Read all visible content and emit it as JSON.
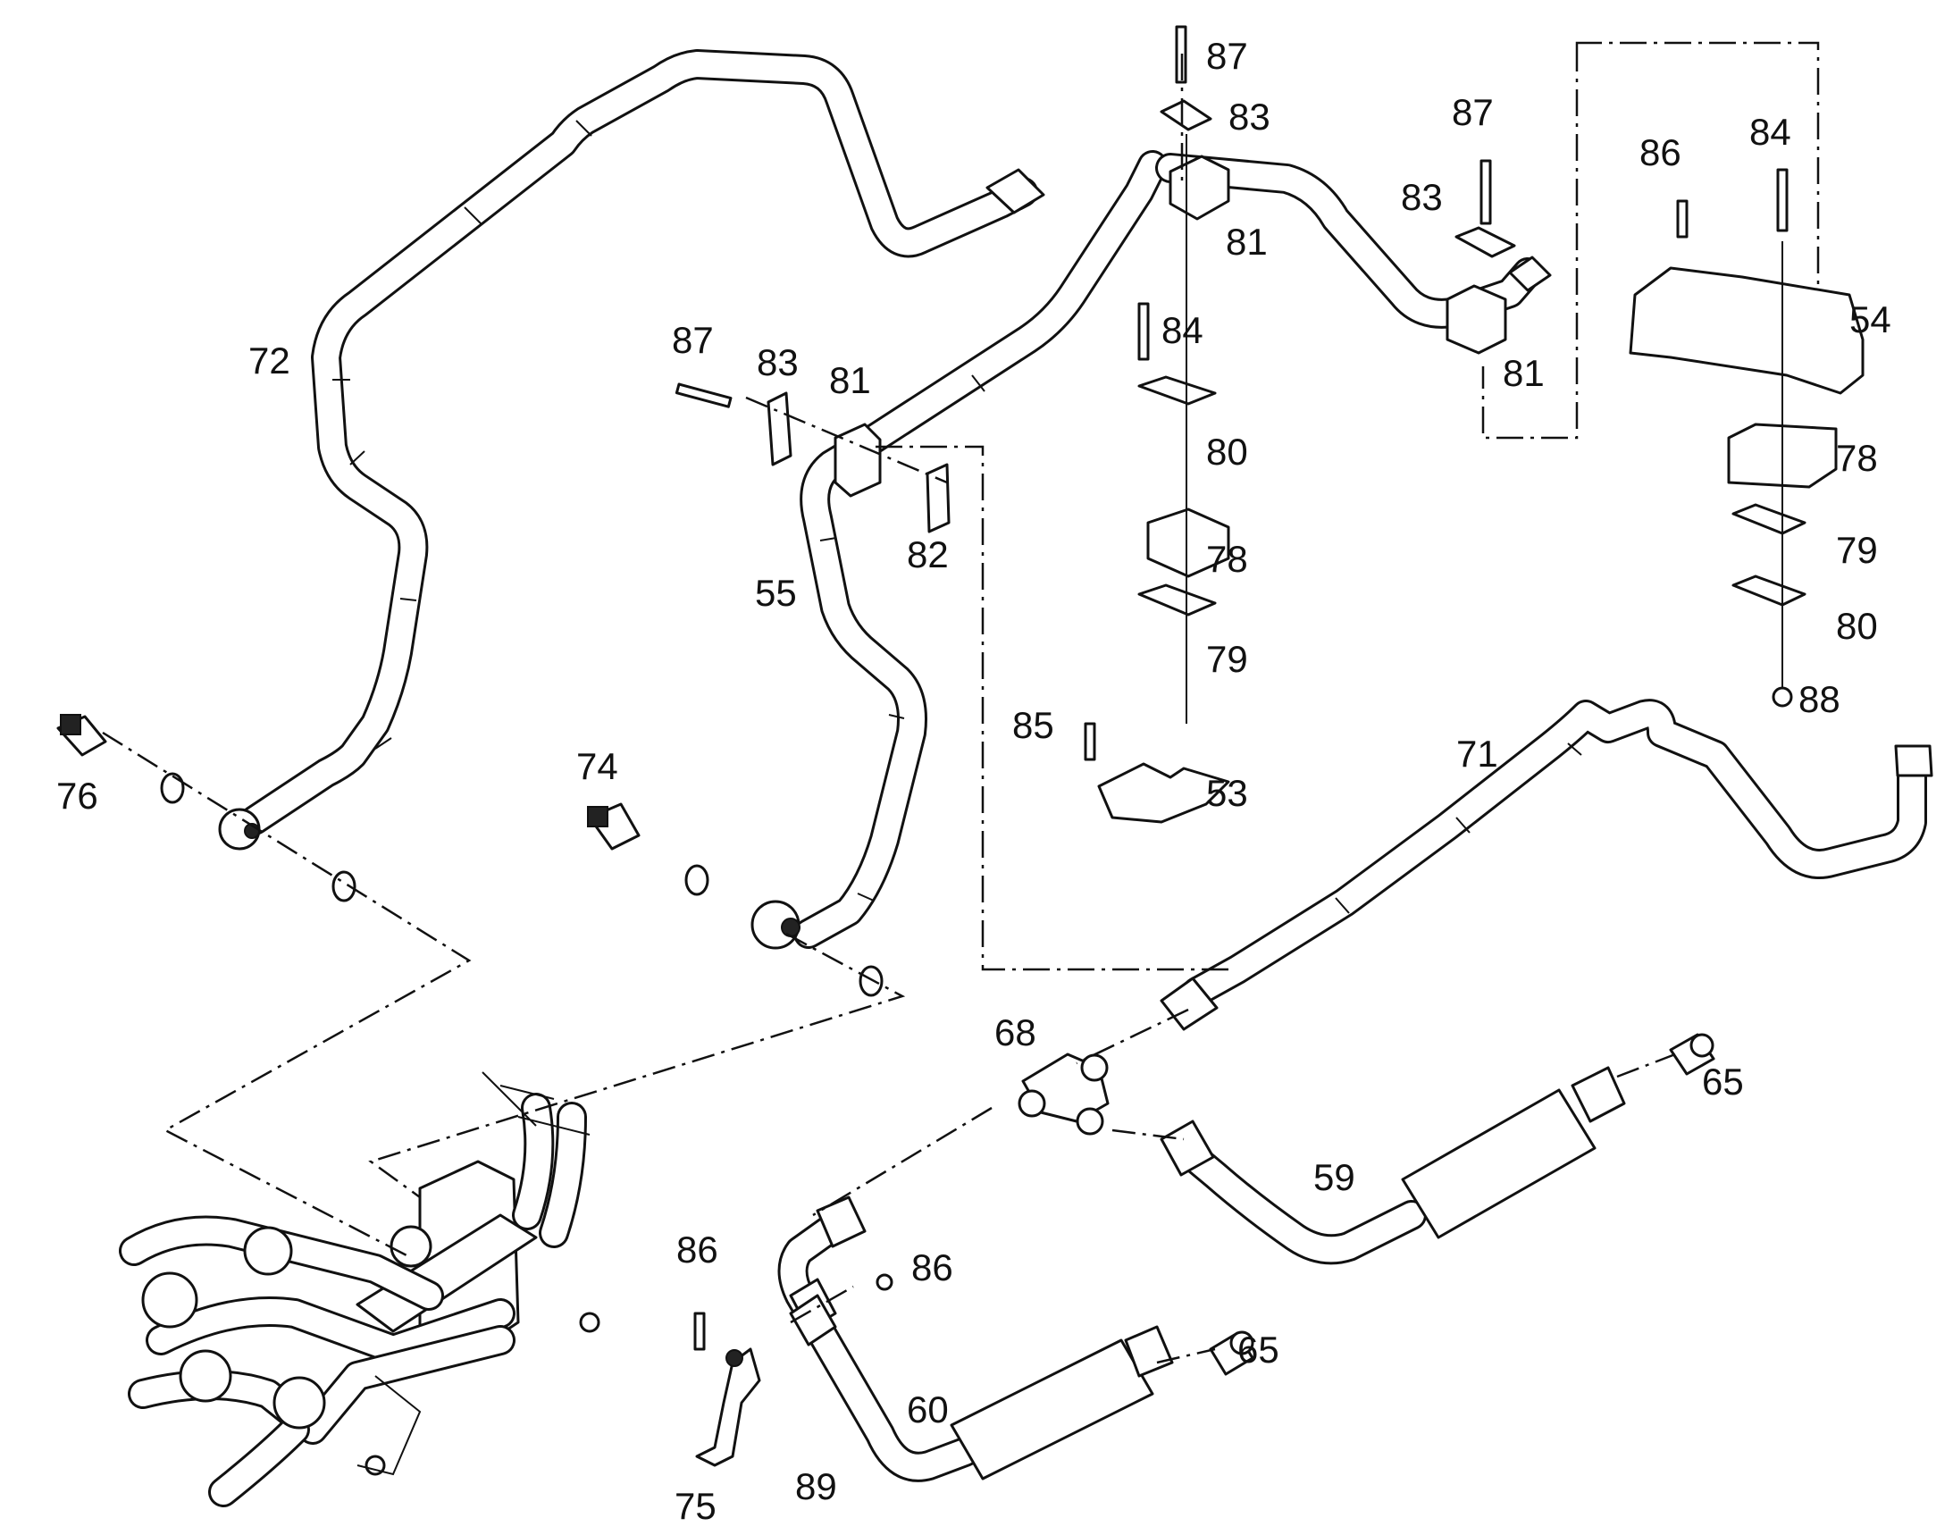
{
  "callouts": [
    {
      "id": "c72",
      "text": "72"
    },
    {
      "id": "c55",
      "text": "55"
    },
    {
      "id": "c76",
      "text": "76"
    },
    {
      "id": "c74",
      "text": "74"
    },
    {
      "id": "c87a",
      "text": "87"
    },
    {
      "id": "c83a",
      "text": "83"
    },
    {
      "id": "c81a",
      "text": "81"
    },
    {
      "id": "c82",
      "text": "82"
    },
    {
      "id": "c87b",
      "text": "87"
    },
    {
      "id": "c83b",
      "text": "83"
    },
    {
      "id": "c81b",
      "text": "81"
    },
    {
      "id": "c84a",
      "text": "84"
    },
    {
      "id": "c80a",
      "text": "80"
    },
    {
      "id": "c78a",
      "text": "78"
    },
    {
      "id": "c79a",
      "text": "79"
    },
    {
      "id": "c85",
      "text": "85"
    },
    {
      "id": "c53",
      "text": "53"
    },
    {
      "id": "c87c",
      "text": "87"
    },
    {
      "id": "c83c",
      "text": "83"
    },
    {
      "id": "c81c",
      "text": "81"
    },
    {
      "id": "c86a",
      "text": "86"
    },
    {
      "id": "c84b",
      "text": "84"
    },
    {
      "id": "c54",
      "text": "54"
    },
    {
      "id": "c78b",
      "text": "78"
    },
    {
      "id": "c79b",
      "text": "79"
    },
    {
      "id": "c80b",
      "text": "80"
    },
    {
      "id": "c88",
      "text": "88"
    },
    {
      "id": "c71",
      "text": "71"
    },
    {
      "id": "c68",
      "text": "68"
    },
    {
      "id": "c65a",
      "text": "65"
    },
    {
      "id": "c59",
      "text": "59"
    },
    {
      "id": "c65b",
      "text": "65"
    },
    {
      "id": "c86b",
      "text": "86"
    },
    {
      "id": "c86c",
      "text": "86"
    },
    {
      "id": "c60",
      "text": "60"
    },
    {
      "id": "c75",
      "text": "75"
    },
    {
      "id": "c89",
      "text": "89"
    }
  ]
}
